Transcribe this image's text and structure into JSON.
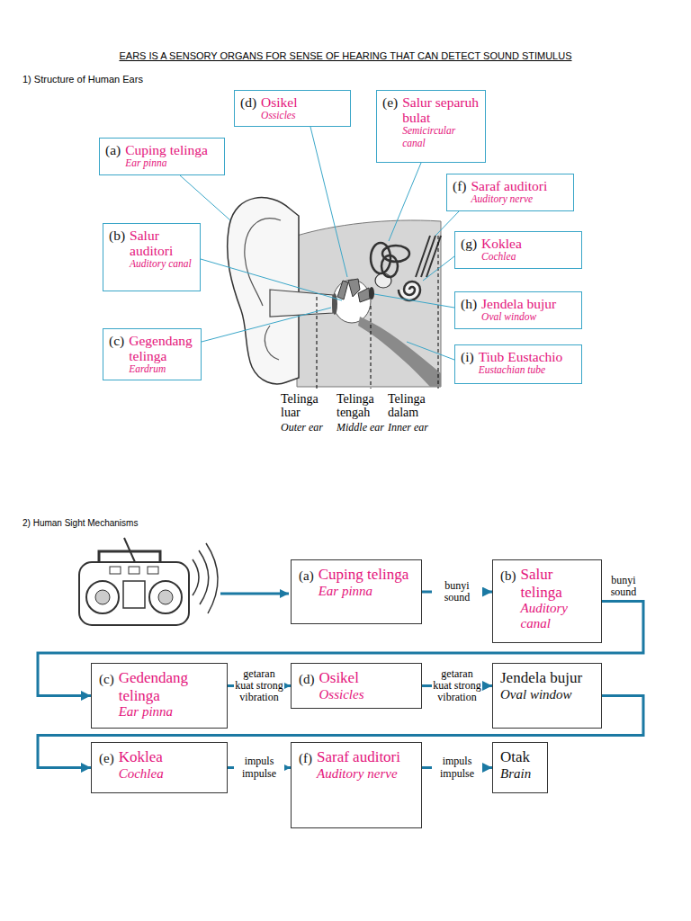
{
  "diagram": {
    "title": "EARS IS A SENSORY ORGANS FOR SENSE OF HEARING THAT CAN DETECT SOUND STIMULUS",
    "nodes": [
      {
        "text": [
          "(a)",
          "Cuping telinga",
          "Ear pinna"
        ]
      },
      {
        "text": [
          "(b)",
          "Salur auditori",
          "Auditory canal"
        ]
      },
      {
        "text": [
          "(c)",
          "Gegendang telinga",
          "Eardrum"
        ]
      },
      {
        "text": [
          "(d)",
          "Osikel",
          "Ossicles"
        ]
      },
      {
        "text": [
          "(e)",
          "Salur separuh bulat",
          "Semicircular canal"
        ]
      },
      {
        "text": [
          "(f)",
          "Saraf auditori",
          "Auditory nerve"
        ]
      },
      {
        "text": [
          "(g)",
          "Koklea",
          "Cochlea"
        ]
      },
      {
        "text": [
          "(h)",
          "Jendela bujur",
          "Oval window"
        ]
      },
      {
        "text": [
          "(i)",
          "Tiub Eustachio",
          "Eustachian tube"
        ]
      },
      {
        "text": [
          "(a)",
          "Cuping telinga",
          "Ear pinna"
        ]
      },
      {
        "text": [
          "(b)",
          "Salur telinga",
          "Auditory canal"
        ]
      },
      {
        "text": [
          "(c)",
          "Gedendang telinga",
          "Ear pinna"
        ]
      },
      {
        "text": [
          "(d)",
          "Osikel",
          "Ossicles"
        ]
      },
      {
        "text": [
          "Jendela bujur",
          "Oval window"
        ]
      },
      {
        "text": [
          "(e)",
          "Koklea",
          "Cochlea"
        ]
      },
      {
        "text": [
          "(f)",
          "Saraf auditori",
          "Auditory nerve"
        ]
      },
      {
        "text": [
          "Otak",
          "Brain"
        ]
      }
    ],
    "edges": [
      {
        "from": 9,
        "to": 10,
        "arrow": "to",
        "label": "bunyi sound"
      },
      {
        "from": 10,
        "to": 11,
        "arrow": "to",
        "label": "bunyi sound"
      },
      {
        "from": 11,
        "to": 12,
        "arrow": "to",
        "label": "getaran kuat strong vibration"
      },
      {
        "from": 12,
        "to": 13,
        "arrow": "to",
        "label": "getaran kuat strong vibration"
      },
      {
        "from": 13,
        "to": 14,
        "arrow": "to"
      },
      {
        "from": 14,
        "to": 15,
        "arrow": "to",
        "label": "impuls impulse"
      },
      {
        "from": 15,
        "to": 16,
        "arrow": "to",
        "label": "impuls impulse"
      }
    ],
    "labels": [
      "1) Structure of Human Ears",
      "Telinga luar",
      "Outer ear",
      "Telinga tengah",
      "Middle ear",
      "Telinga dalam",
      "Inner ear",
      "2) Human Sight Mechanisms"
    ]
  }
}
